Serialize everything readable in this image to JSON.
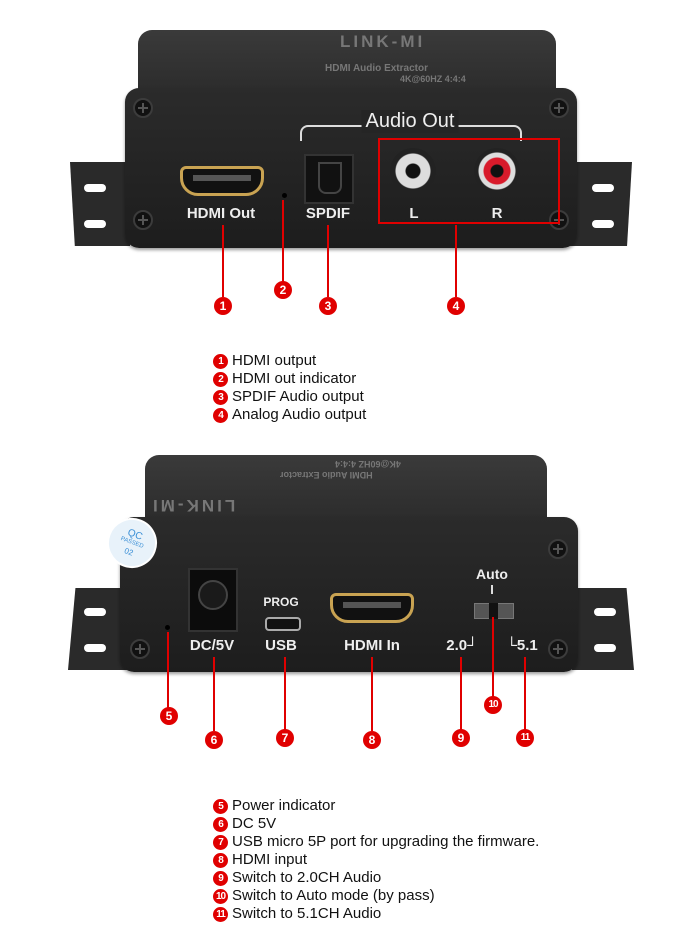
{
  "top_device": {
    "brand": "LINK-MI",
    "model_line1": "HDMI Audio Extractor",
    "model_line2": "4K@60HZ 4:4:4",
    "labels": {
      "hdmi_out": "HDMI Out",
      "spdif": "SPDIF",
      "audio_out": "Audio Out",
      "left": "L",
      "right": "R"
    },
    "callouts": [
      "1",
      "2",
      "3",
      "4"
    ]
  },
  "top_legend": [
    {
      "num": "1",
      "text": "HDMI output"
    },
    {
      "num": "2",
      "text": "HDMI out indicator"
    },
    {
      "num": "3",
      "text": "SPDIF Audio output"
    },
    {
      "num": "4",
      "text": "Analog Audio output"
    }
  ],
  "bottom_device": {
    "brand": "LINK-MI",
    "model_line1": "HDMI Audio Extractor",
    "model_line2": "4K@60HZ 4:4:4",
    "sticker": {
      "line1": "QC",
      "line2": "PASSED",
      "line3": "02"
    },
    "labels": {
      "dc": "DC/5V",
      "prog": "PROG",
      "usb": "USB",
      "hdmi_in": "HDMI In",
      "auto": "Auto",
      "ch20": "2.0┘",
      "ch51": "└5.1"
    },
    "callouts": [
      "5",
      "6",
      "7",
      "8",
      "9",
      "10",
      "11"
    ]
  },
  "bottom_legend": [
    {
      "num": "5",
      "text": "Power indicator"
    },
    {
      "num": "6",
      "text": "DC 5V"
    },
    {
      "num": "7",
      "text": "USB micro 5P port for upgrading the firmware."
    },
    {
      "num": "8",
      "text": "HDMI input"
    },
    {
      "num": "9",
      "text": "Switch to 2.0CH Audio"
    },
    {
      "num": "10",
      "text": "Switch to Auto mode (by pass)"
    },
    {
      "num": "11",
      "text": "Switch to 5.1CH Audio"
    }
  ],
  "colors": {
    "callout": "#e00000",
    "device": "#222222"
  }
}
